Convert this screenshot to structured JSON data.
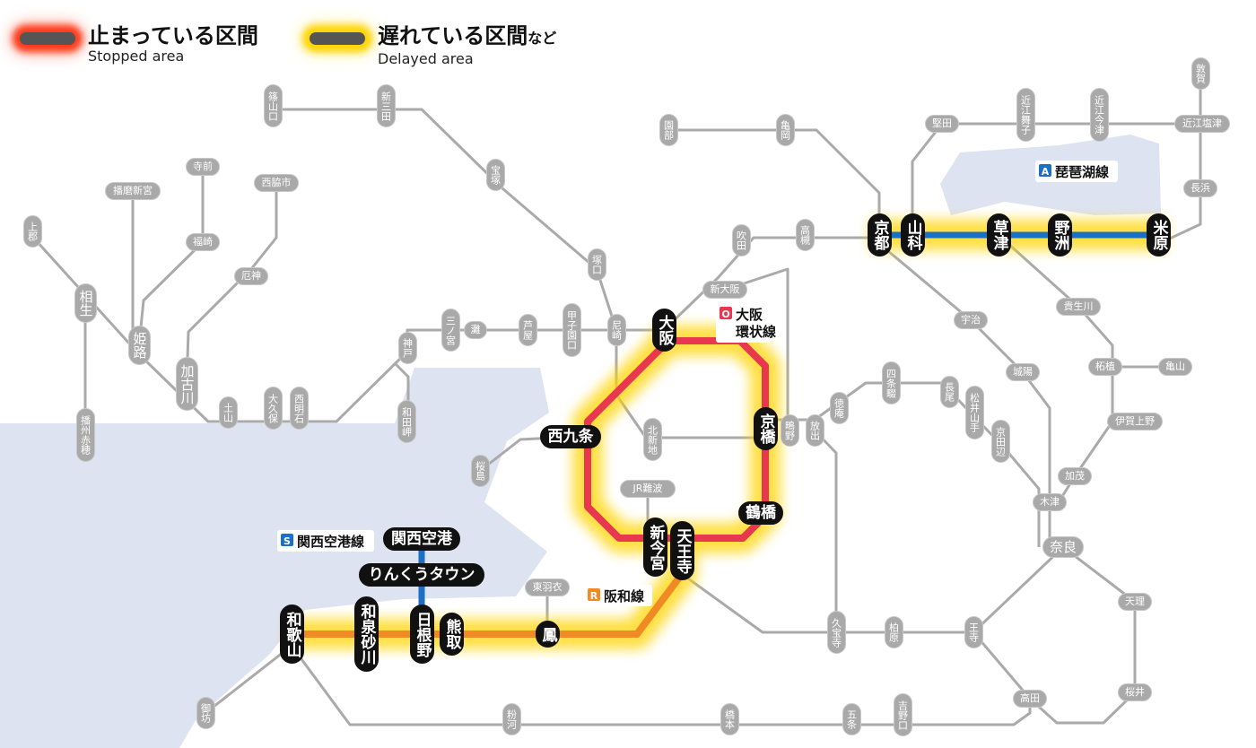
{
  "legend": {
    "stopped": {
      "label_jp": "止まっている区間",
      "label_en": "Stopped area"
    },
    "delayed": {
      "label_jp": "遅れている区間",
      "label_suffix": "など",
      "label_en": "Delayed area"
    }
  },
  "colors": {
    "biwako": "#1b6fc4",
    "loop": "#e8384f",
    "hanwa": "#f08a24",
    "kanku": "#1b6fc4",
    "gray_line": "#aaaaaa",
    "water": "#dde3f1",
    "delay_glow": "#ffd400",
    "stop_glow": "#ff3a1a"
  },
  "line_labels": [
    {
      "badge": "A",
      "name": "琵琶湖線",
      "color": "#1b6fc4"
    },
    {
      "badge": "O",
      "name": "大阪",
      "name2": "環状線",
      "color": "#e8384f"
    },
    {
      "badge": "S",
      "name": "関西空港線",
      "color": "#1b6fc4"
    },
    {
      "badge": "R",
      "name": "阪和線",
      "color": "#f08a24"
    }
  ],
  "stations": {
    "minor": [
      "篠山口",
      "新三田",
      "宝塚",
      "上郡",
      "相生",
      "姫路",
      "加古川",
      "土山",
      "大久保",
      "西明石",
      "神戸",
      "和田岬",
      "播州赤穂",
      "塚口",
      "尼崎",
      "甲子園口",
      "芦屋",
      "灘",
      "三ノ宮",
      "吹田",
      "高槻",
      "亀岡",
      "園部",
      "新大阪",
      "北新地",
      "JR難波",
      "桜島",
      "東羽衣",
      "鴫野",
      "放出",
      "徳庵",
      "四条畷",
      "長尾",
      "松井山手",
      "京田辺",
      "宇治",
      "城陽",
      "木津",
      "加茂",
      "伊賀上野",
      "柘植",
      "亀山",
      "貴生川",
      "奈良",
      "天理",
      "桜井",
      "高田",
      "王寺",
      "柏原",
      "久宝寺",
      "吉野口",
      "五条",
      "橋本",
      "粉河",
      "御坊",
      "堅田",
      "近江舞子",
      "近江今津",
      "敦賀",
      "近江塩津",
      "長浜",
      "寺前",
      "播磨新宮",
      "西脇市",
      "福崎",
      "厄神"
    ],
    "major": [
      "京都",
      "山科",
      "草津",
      "野洲",
      "米原",
      "大阪",
      "京橋",
      "西九条",
      "鶴橋",
      "天王寺",
      "新今宮",
      "関西空港",
      "りんくうタウン",
      "日根野",
      "熊取",
      "和泉砂川",
      "和歌山",
      "鳳"
    ]
  }
}
